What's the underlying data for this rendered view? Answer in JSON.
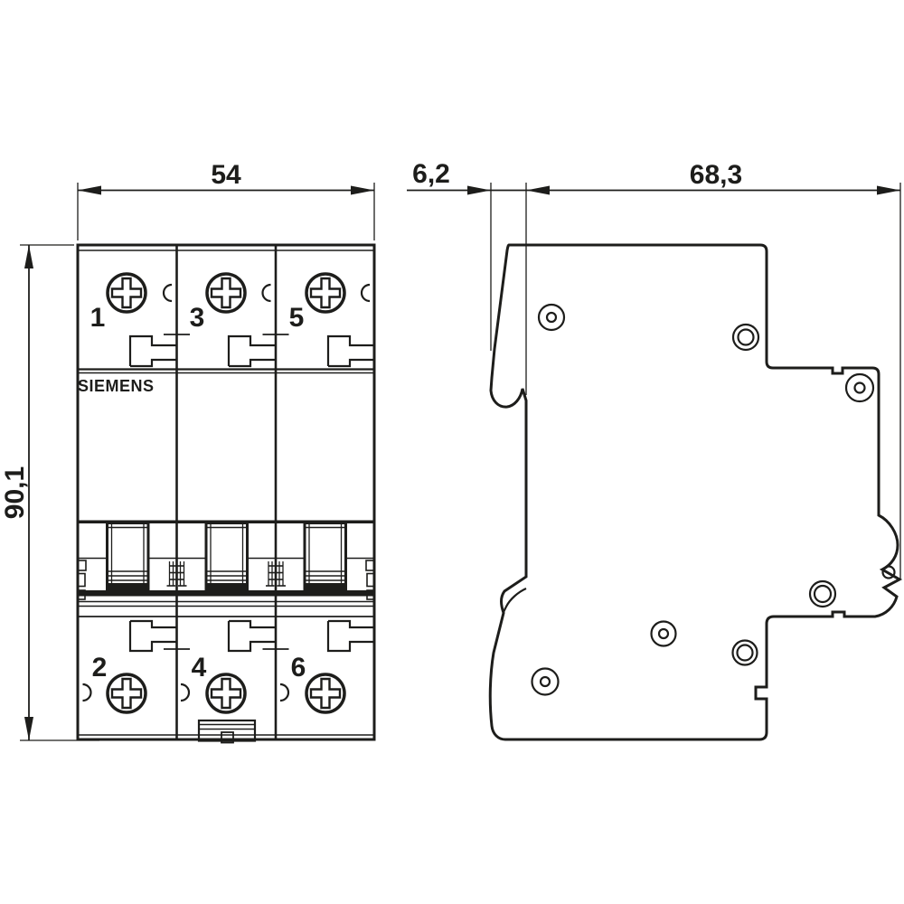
{
  "drawing": {
    "type": "technical-dimension-drawing",
    "brand": "SIEMENS",
    "line_color": "#1d1d1b",
    "background": "#ffffff",
    "views": {
      "front": {
        "title": "front-view-3-pole-breaker",
        "top_terminals": [
          "1",
          "3",
          "5"
        ],
        "bottom_terminals": [
          "2",
          "4",
          "6"
        ],
        "poles": 3
      },
      "side": {
        "title": "side-view-profile"
      }
    },
    "dimensions": {
      "front_width": {
        "label": "54",
        "orientation": "horizontal"
      },
      "front_height": {
        "label": "90,1",
        "orientation": "vertical"
      },
      "side_offset": {
        "label": "6,2",
        "orientation": "horizontal"
      },
      "side_depth": {
        "label": "68,3",
        "orientation": "horizontal"
      }
    }
  }
}
